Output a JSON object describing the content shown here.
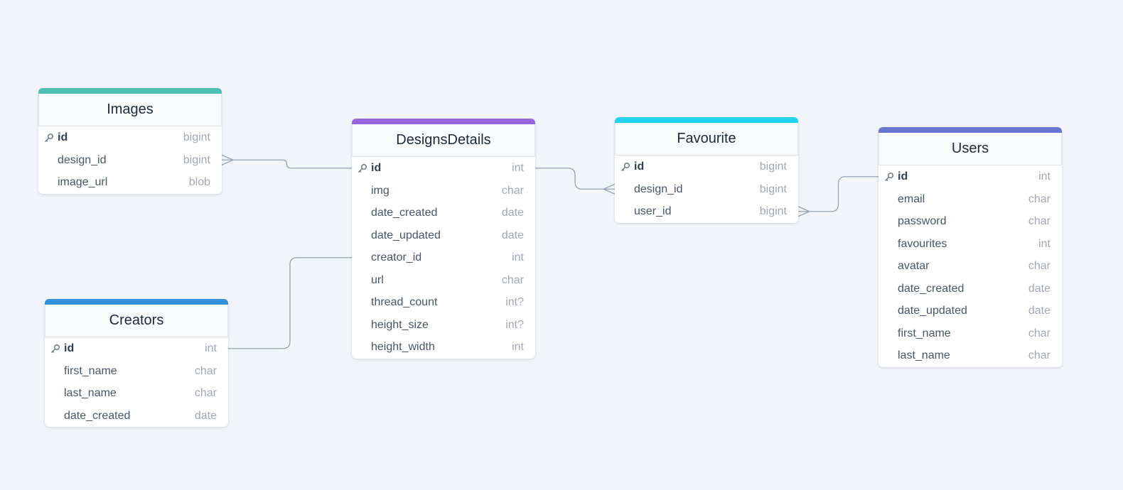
{
  "tables": [
    {
      "name": "Images",
      "accent": "#4fbfb4",
      "fields": [
        {
          "name": "id",
          "type": "bigint",
          "pk": true
        },
        {
          "name": "design_id",
          "type": "bigint"
        },
        {
          "name": "image_url",
          "type": "blob"
        }
      ]
    },
    {
      "name": "DesignsDetails",
      "accent": "#9a66e0",
      "fields": [
        {
          "name": "id",
          "type": "int",
          "pk": true
        },
        {
          "name": "img",
          "type": "char"
        },
        {
          "name": "date_created",
          "type": "date"
        },
        {
          "name": "date_updated",
          "type": "date"
        },
        {
          "name": "creator_id",
          "type": "int"
        },
        {
          "name": "url",
          "type": "char"
        },
        {
          "name": "thread_count",
          "type": "int?"
        },
        {
          "name": "height_size",
          "type": "int?"
        },
        {
          "name": "height_width",
          "type": "int"
        }
      ]
    },
    {
      "name": "Favourite",
      "accent": "#22d3ee",
      "fields": [
        {
          "name": "id",
          "type": "bigint",
          "pk": true
        },
        {
          "name": "design_id",
          "type": "bigint"
        },
        {
          "name": "user_id",
          "type": "bigint"
        }
      ]
    },
    {
      "name": "Users",
      "accent": "#6675cf",
      "fields": [
        {
          "name": "id",
          "type": "int",
          "pk": true
        },
        {
          "name": "email",
          "type": "char"
        },
        {
          "name": "password",
          "type": "char"
        },
        {
          "name": "favourites",
          "type": "int"
        },
        {
          "name": "avatar",
          "type": "char"
        },
        {
          "name": "date_created",
          "type": "date"
        },
        {
          "name": "date_updated",
          "type": "date"
        },
        {
          "name": "first_name",
          "type": "char"
        },
        {
          "name": "last_name",
          "type": "char"
        }
      ]
    },
    {
      "name": "Creators",
      "accent": "#3590de",
      "fields": [
        {
          "name": "id",
          "type": "int",
          "pk": true
        },
        {
          "name": "first_name",
          "type": "char"
        },
        {
          "name": "last_name",
          "type": "char"
        },
        {
          "name": "date_created",
          "type": "date"
        }
      ]
    }
  ],
  "relations": [
    {
      "from": "Images.design_id",
      "to": "DesignsDetails.id",
      "from_card": "many",
      "to_card": "one"
    },
    {
      "from": "Creators.id",
      "to": "DesignsDetails.creator_id",
      "from_card": "one",
      "to_card": "one"
    },
    {
      "from": "DesignsDetails.id",
      "to": "Favourite.design_id",
      "from_card": "one",
      "to_card": "many"
    },
    {
      "from": "Favourite.user_id",
      "to": "Users.id",
      "from_card": "many",
      "to_card": "one"
    }
  ],
  "colors": {
    "line": "#94a3b8",
    "background": "#f1f5f9"
  }
}
